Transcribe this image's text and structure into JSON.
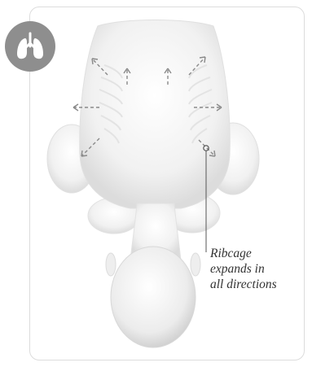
{
  "badge": {
    "icon": "lungs-icon",
    "color": "#8e8e8e"
  },
  "annotation": {
    "lines": [
      "Ribcage",
      "expands in",
      "all directions"
    ]
  },
  "colors": {
    "arrow": "#8a8a8a",
    "leader": "#555555",
    "body": "#f2f2f2"
  }
}
